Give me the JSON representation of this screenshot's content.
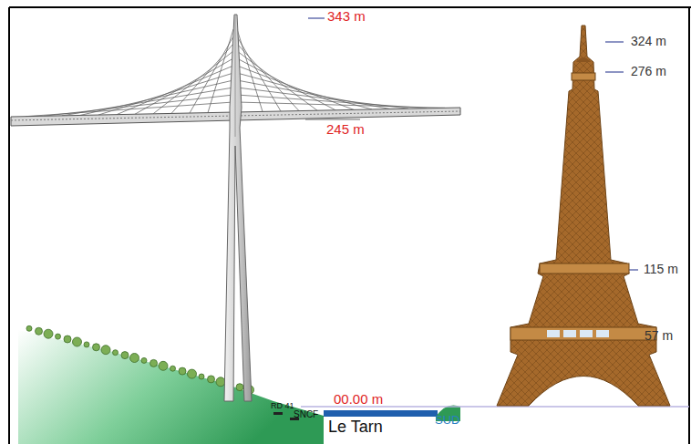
{
  "diagram": {
    "labels": [
      "343 m",
      "245 m",
      "324 m",
      "276 m",
      "115 m",
      "57 m",
      "00.00 m",
      "RD 41",
      "SNCF",
      "Le Tarn",
      "SUD"
    ]
  }
}
